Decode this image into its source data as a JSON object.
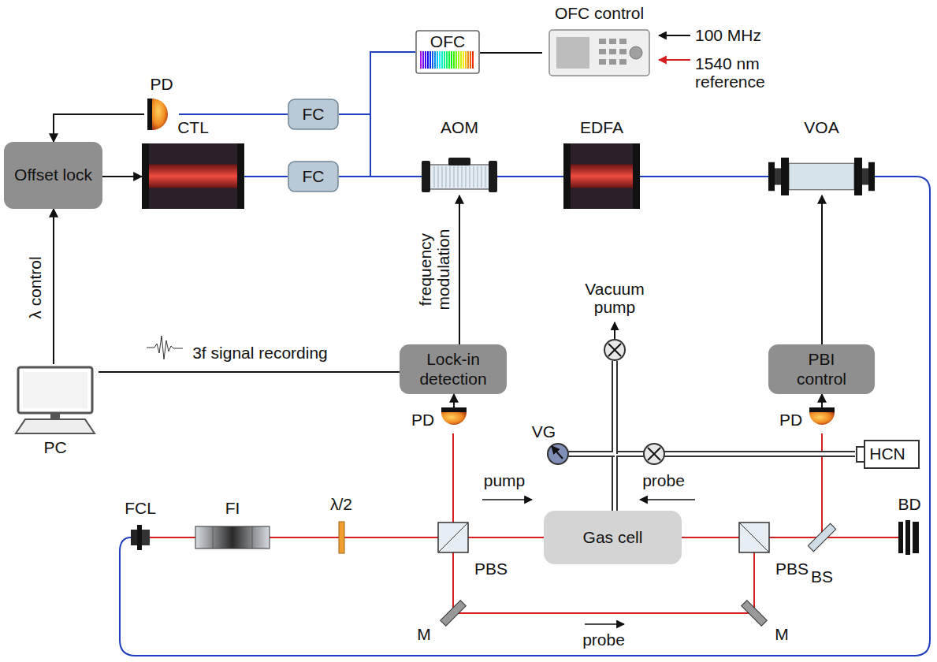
{
  "diagram": {
    "nodes": [
      {
        "text": [
          "PD"
        ]
      },
      {
        "text": [
          "FC"
        ]
      },
      {
        "text": [
          "OFC"
        ]
      },
      {
        "text": [
          "OFC control"
        ]
      },
      {
        "text": [
          "Offset lock"
        ]
      },
      {
        "text": [
          "CTL"
        ]
      },
      {
        "text": [
          "FC"
        ]
      },
      {
        "text": [
          "AOM"
        ]
      },
      {
        "text": [
          "EDFA"
        ]
      },
      {
        "text": [
          "VOA"
        ]
      },
      {
        "text": [
          "PC"
        ]
      },
      {
        "text": [
          "Lock-in detection"
        ]
      },
      {
        "text": [
          "PBI control"
        ]
      },
      {
        "text": [
          "PD"
        ]
      },
      {
        "text": [
          "PD"
        ]
      },
      {
        "text": [
          "HCN"
        ]
      },
      {
        "text": [
          "Gas cell"
        ]
      }
    ],
    "edges": [
      {
        "from": 0,
        "to": 4,
        "arrow": "to"
      },
      {
        "from": 1,
        "to": 0,
        "arrow": "none"
      },
      {
        "from": 6,
        "to": 1,
        "arrow": "none"
      },
      {
        "from": 1,
        "to": 2,
        "arrow": "none"
      },
      {
        "from": 3,
        "to": 2,
        "arrow": "none"
      },
      {
        "from": 4,
        "to": 5,
        "arrow": "to"
      },
      {
        "from": 5,
        "to": 6,
        "arrow": "none"
      },
      {
        "from": 6,
        "to": 7,
        "arrow": "none"
      },
      {
        "from": 7,
        "to": 8,
        "arrow": "none"
      },
      {
        "from": 8,
        "to": 9,
        "arrow": "none"
      },
      {
        "from": 10,
        "to": 4,
        "arrow": "to",
        "label": "λ control"
      },
      {
        "from": 10,
        "to": 11,
        "arrow": "none",
        "label": "3f signal recording"
      },
      {
        "from": 11,
        "to": 7,
        "arrow": "to",
        "label": "frequency modulation"
      },
      {
        "from": 13,
        "to": 11,
        "arrow": "to"
      },
      {
        "from": 12,
        "to": 9,
        "arrow": "to"
      },
      {
        "from": 14,
        "to": 12,
        "arrow": "to"
      },
      {
        "from": 15,
        "to": 16,
        "arrow": "none"
      }
    ],
    "labels": [
      "100 MHz",
      "1540 nm reference",
      "Vacuum pump",
      "VG",
      "pump",
      "probe",
      "FCL",
      "FI",
      "λ/2",
      "PBS",
      "PBS",
      "BS",
      "BD",
      "M",
      "probe",
      "M"
    ]
  }
}
